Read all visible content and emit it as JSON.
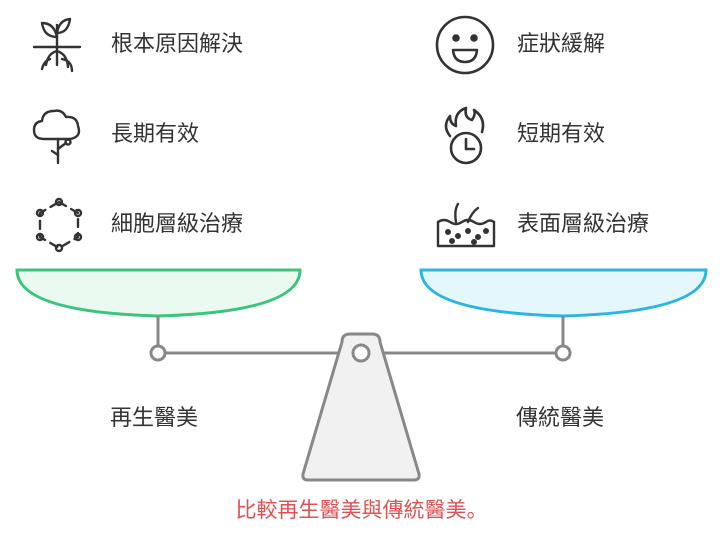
{
  "left": {
    "items": [
      {
        "icon": "sprout-roots-icon",
        "label": "根本原因解決"
      },
      {
        "icon": "tree-icon",
        "label": "長期有效"
      },
      {
        "icon": "hexagon-molecule-icon",
        "label": "細胞層級治療"
      }
    ],
    "pan_label": "再生醫美",
    "pan_color": "#3cc47c",
    "pan_fill": "#eafaf1"
  },
  "right": {
    "items": [
      {
        "icon": "smiley-face-icon",
        "label": "症狀緩解"
      },
      {
        "icon": "flame-clock-icon",
        "label": "短期有效"
      },
      {
        "icon": "skin-layer-icon",
        "label": "表面層級治療"
      }
    ],
    "pan_label": "傳統醫美",
    "pan_color": "#2bb5e0",
    "pan_fill": "#e4f7fd"
  },
  "caption": "比較再生醫美與傳統醫美。"
}
